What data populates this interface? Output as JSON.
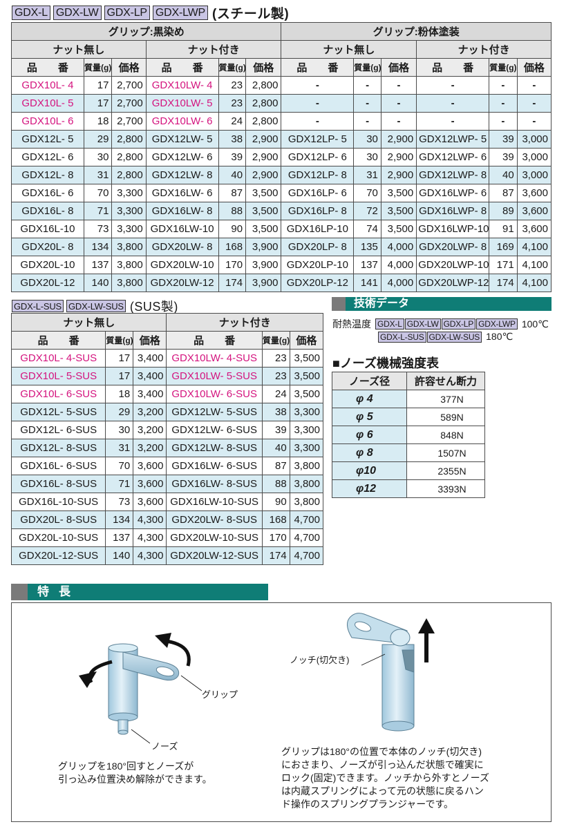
{
  "steel": {
    "tags": [
      "GDX-L",
      "GDX-LW",
      "GDX-LP",
      "GDX-LWP"
    ],
    "title": "(スチール製)",
    "grip_black": "グリップ:黒染め",
    "grip_powder": "グリップ:粉体塗装",
    "nut_none": "ナット無し",
    "nut_with": "ナット付き",
    "col_part": "品　　番",
    "col_weight": "質量(g)",
    "col_price": "価格",
    "rows": [
      [
        "GDX10L- 4",
        "17",
        "2,700",
        "GDX10LW- 4",
        "23",
        "2,800",
        "-",
        "-",
        "-",
        "-",
        "-",
        "-"
      ],
      [
        "GDX10L- 5",
        "17",
        "2,700",
        "GDX10LW- 5",
        "23",
        "2,800",
        "-",
        "-",
        "-",
        "-",
        "-",
        "-"
      ],
      [
        "GDX10L- 6",
        "18",
        "2,700",
        "GDX10LW- 6",
        "24",
        "2,800",
        "-",
        "-",
        "-",
        "-",
        "-",
        "-"
      ],
      [
        "GDX12L- 5",
        "29",
        "2,800",
        "GDX12LW- 5",
        "38",
        "2,900",
        "GDX12LP- 5",
        "30",
        "2,900",
        "GDX12LWP- 5",
        "39",
        "3,000"
      ],
      [
        "GDX12L- 6",
        "30",
        "2,800",
        "GDX12LW- 6",
        "39",
        "2,900",
        "GDX12LP- 6",
        "30",
        "2,900",
        "GDX12LWP- 6",
        "39",
        "3,000"
      ],
      [
        "GDX12L- 8",
        "31",
        "2,800",
        "GDX12LW- 8",
        "40",
        "2,900",
        "GDX12LP- 8",
        "31",
        "2,900",
        "GDX12LWP- 8",
        "40",
        "3,000"
      ],
      [
        "GDX16L- 6",
        "70",
        "3,300",
        "GDX16LW- 6",
        "87",
        "3,500",
        "GDX16LP- 6",
        "70",
        "3,500",
        "GDX16LWP- 6",
        "87",
        "3,600"
      ],
      [
        "GDX16L- 8",
        "71",
        "3,300",
        "GDX16LW- 8",
        "88",
        "3,500",
        "GDX16LP- 8",
        "72",
        "3,500",
        "GDX16LWP- 8",
        "89",
        "3,600"
      ],
      [
        "GDX16L-10",
        "73",
        "3,300",
        "GDX16LW-10",
        "90",
        "3,500",
        "GDX16LP-10",
        "74",
        "3,500",
        "GDX16LWP-10",
        "91",
        "3,600"
      ],
      [
        "GDX20L- 8",
        "134",
        "3,800",
        "GDX20LW- 8",
        "168",
        "3,900",
        "GDX20LP- 8",
        "135",
        "4,000",
        "GDX20LWP- 8",
        "169",
        "4,100"
      ],
      [
        "GDX20L-10",
        "137",
        "3,800",
        "GDX20LW-10",
        "170",
        "3,900",
        "GDX20LP-10",
        "137",
        "4,000",
        "GDX20LWP-10",
        "171",
        "4,100"
      ],
      [
        "GDX20L-12",
        "140",
        "3,800",
        "GDX20LW-12",
        "174",
        "3,900",
        "GDX20LP-12",
        "141",
        "4,000",
        "GDX20LWP-12",
        "174",
        "4,100"
      ]
    ]
  },
  "sus": {
    "tags": [
      "GDX-L-SUS",
      "GDX-LW-SUS"
    ],
    "title": "(SUS製)",
    "nut_none": "ナット無し",
    "nut_with": "ナット付き",
    "col_part": "品　　番",
    "col_weight": "質量(g)",
    "col_price": "価格",
    "rows": [
      [
        "GDX10L- 4-SUS",
        "17",
        "3,400",
        "GDX10LW- 4-SUS",
        "23",
        "3,500"
      ],
      [
        "GDX10L- 5-SUS",
        "17",
        "3,400",
        "GDX10LW- 5-SUS",
        "23",
        "3,500"
      ],
      [
        "GDX10L- 6-SUS",
        "18",
        "3,400",
        "GDX10LW- 6-SUS",
        "24",
        "3,500"
      ],
      [
        "GDX12L- 5-SUS",
        "29",
        "3,200",
        "GDX12LW- 5-SUS",
        "38",
        "3,300"
      ],
      [
        "GDX12L- 6-SUS",
        "30",
        "3,200",
        "GDX12LW- 6-SUS",
        "39",
        "3,300"
      ],
      [
        "GDX12L- 8-SUS",
        "31",
        "3,200",
        "GDX12LW- 8-SUS",
        "40",
        "3,300"
      ],
      [
        "GDX16L- 6-SUS",
        "70",
        "3,600",
        "GDX16LW- 6-SUS",
        "87",
        "3,800"
      ],
      [
        "GDX16L- 8-SUS",
        "71",
        "3,600",
        "GDX16LW- 8-SUS",
        "88",
        "3,800"
      ],
      [
        "GDX16L-10-SUS",
        "73",
        "3,600",
        "GDX16LW-10-SUS",
        "90",
        "3,800"
      ],
      [
        "GDX20L- 8-SUS",
        "134",
        "4,300",
        "GDX20LW- 8-SUS",
        "168",
        "4,700"
      ],
      [
        "GDX20L-10-SUS",
        "137",
        "4,300",
        "GDX20LW-10-SUS",
        "170",
        "4,700"
      ],
      [
        "GDX20L-12-SUS",
        "140",
        "4,300",
        "GDX20LW-12-SUS",
        "174",
        "4,700"
      ]
    ]
  },
  "tech": {
    "title": "技術データ",
    "heat_label": "耐熱温度",
    "heat_tags_1": [
      "GDX-L",
      "GDX-LW",
      "GDX-LP",
      "GDX-LWP"
    ],
    "heat_value_1": "100℃",
    "heat_tags_2": [
      "GDX-L-SUS",
      "GDX-LW-SUS"
    ],
    "heat_value_2": "180℃",
    "nose_title": "■ノーズ機械強度表",
    "nose_col1": "ノーズ径",
    "nose_col2": "許容せん断力",
    "nose_rows": [
      [
        "φ 4",
        "377N"
      ],
      [
        "φ 5",
        "589N"
      ],
      [
        "φ 6",
        "848N"
      ],
      [
        "φ 8",
        "1507N"
      ],
      [
        "φ10",
        "2355N"
      ],
      [
        "φ12",
        "3393N"
      ]
    ]
  },
  "features": {
    "title": "特長",
    "label_grip": "グリップ",
    "label_nose": "ノーズ",
    "label_notch": "ノッチ(切欠き)",
    "note_left": [
      "グリップを180°回すとノーズが",
      "引っ込み位置決め解除ができます。"
    ],
    "note_right": [
      "グリップは180°の位置で本体のノッチ(切欠き)",
      "におさまり、ノーズが引っ込んだ状態で確実に",
      "ロック(固定)できます。ノッチから外すとノーズ",
      "は内蔵スプリングによって元の状態に戻るハン",
      "ド操作のスプリングプランジャーです。"
    ]
  },
  "colors": {
    "accent_teal": "#0f7d76",
    "tag_purple": "#c9c5e4",
    "row_blue": "#d8ecf3",
    "highlight_pink": "#d4137e"
  }
}
